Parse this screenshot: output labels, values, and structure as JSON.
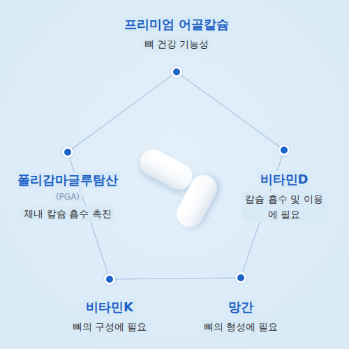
{
  "diagram": {
    "nodes": [
      {
        "text": [
          "프리미엄 어골칼슘",
          "뼈 건강 기능성"
        ]
      },
      {
        "text": [
          "폴리감마글루탐산",
          "(PGA)",
          "체내 칼슘 흡수 촉진"
        ]
      },
      {
        "text": [
          "비타민D",
          "칼슘 흡수 및 이용에 필요"
        ]
      },
      {
        "text": [
          "비타민K",
          "뼈의 구성에 필요"
        ]
      },
      {
        "text": [
          "망간",
          "뼈의 형성에 필요"
        ]
      }
    ],
    "edges": [
      {
        "from": 0,
        "to": 1,
        "arrow": "none"
      },
      {
        "from": 0,
        "to": 2,
        "arrow": "none"
      },
      {
        "from": 1,
        "to": 3,
        "arrow": "none"
      },
      {
        "from": 2,
        "to": 4,
        "arrow": "none"
      },
      {
        "from": 3,
        "to": 4,
        "arrow": "none"
      }
    ]
  }
}
